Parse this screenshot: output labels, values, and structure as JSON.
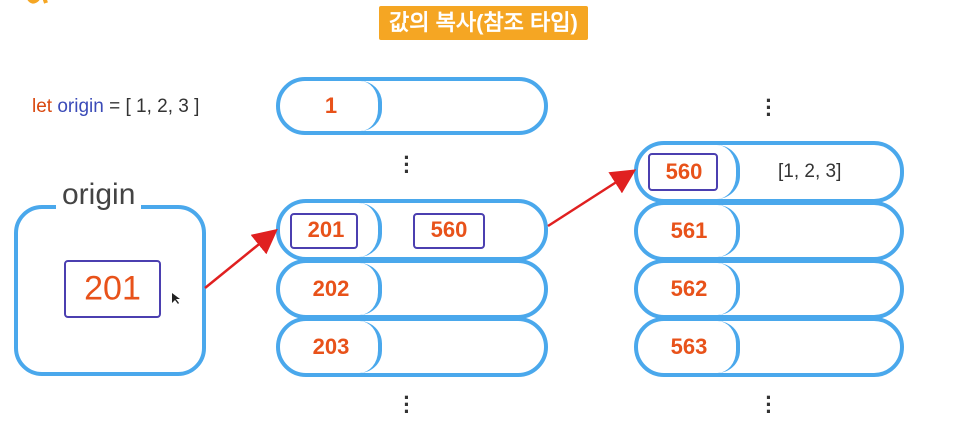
{
  "title": "값의 복사(참조 타입)",
  "code": {
    "keyword": "let",
    "variable": "origin",
    "rest": "= [ 1, 2, 3 ]"
  },
  "variable_box": {
    "label": "origin",
    "value": "201"
  },
  "middle_column": {
    "top_address": "1",
    "rows": [
      {
        "address": "201",
        "value": "560"
      },
      {
        "address": "202",
        "value": ""
      },
      {
        "address": "203",
        "value": ""
      }
    ]
  },
  "right_column": {
    "rows": [
      {
        "address": "560",
        "value": "[1, 2, 3]"
      },
      {
        "address": "561",
        "value": ""
      },
      {
        "address": "562",
        "value": ""
      },
      {
        "address": "563",
        "value": ""
      }
    ]
  },
  "colors": {
    "accent": "#f5a623",
    "pill_border": "#4aa8ec",
    "address": "#e8521a",
    "arrow": "#e02020",
    "highlight": "#4b3fb0"
  }
}
